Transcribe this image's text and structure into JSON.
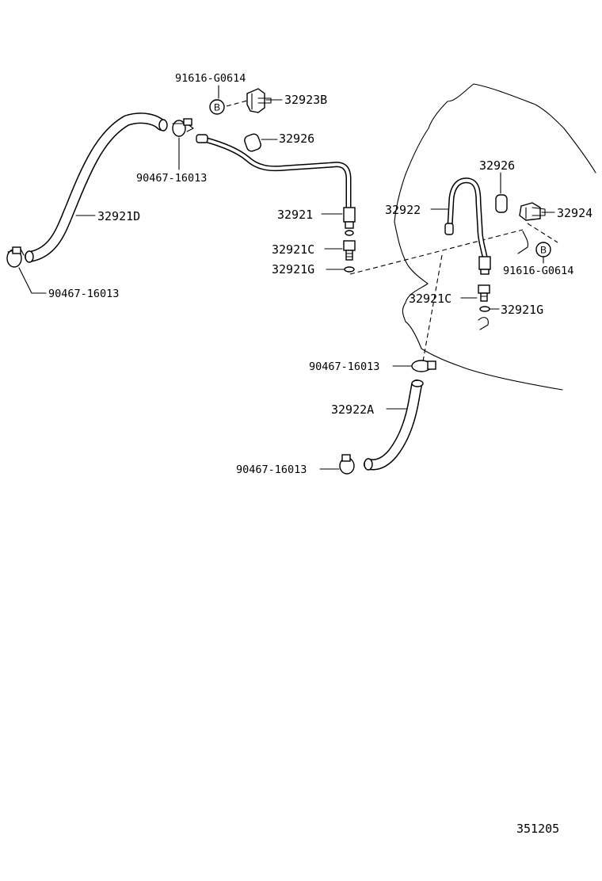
{
  "labels": {
    "l_91616_top": "91616-G0614",
    "l_32923b": "32923B",
    "l_32926_left": "32926",
    "l_90467_top": "90467-16013",
    "l_32921d": "32921D",
    "l_32921": "32921",
    "l_32921c_left": "32921C",
    "l_32921g_left": "32921G",
    "l_90467_left": "90467-16013",
    "l_32926_right": "32926",
    "l_32922": "32922",
    "l_32924": "32924",
    "l_91616_right": "91616-G0614",
    "l_32921c_right": "32921C",
    "l_32921g_right": "32921G",
    "l_90467_mid": "90467-16013",
    "l_32922a": "32922A",
    "l_90467_bottom": "90467-16013",
    "b_marker_left": "B",
    "b_marker_right": "B"
  },
  "footer": {
    "diagram_number": "351205"
  }
}
